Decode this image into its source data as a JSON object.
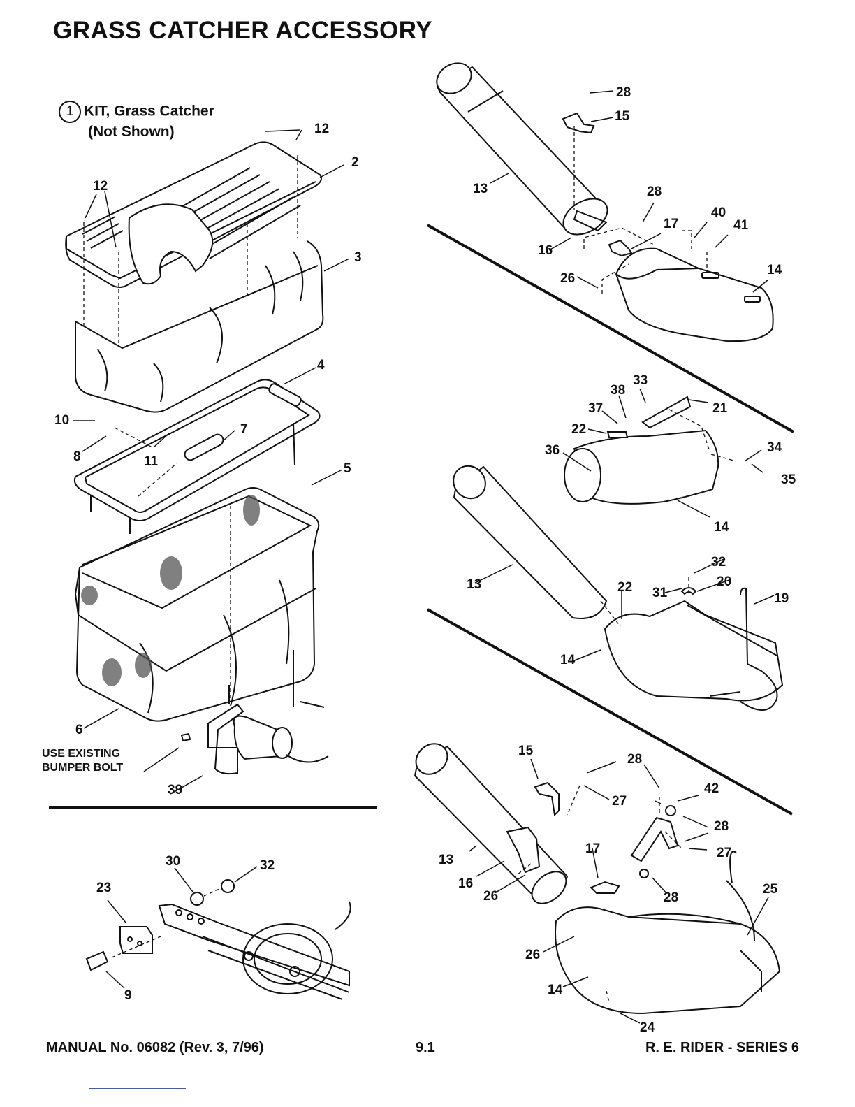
{
  "title": "GRASS CATCHER ACCESSORY",
  "kit": {
    "number": "1",
    "line1": "KIT, Grass Catcher",
    "line2": "(Not Shown)"
  },
  "note": {
    "line1": "USE EXISTING",
    "line2": "BUMPER BOLT"
  },
  "footer": {
    "manual": "MANUAL No. 06082 (Rev. 3, 7/96)",
    "page": "9.1",
    "series": "R. E. RIDER - SERIES 6"
  },
  "callouts": {
    "left": [
      "12",
      "12",
      "2",
      "3",
      "4",
      "10",
      "8",
      "11",
      "7",
      "5",
      "6",
      "39"
    ],
    "bottom_left": [
      "30",
      "32",
      "23",
      "9"
    ],
    "right_top": [
      "28",
      "15",
      "13",
      "28",
      "40",
      "41",
      "17",
      "16",
      "26",
      "14"
    ],
    "right_mid": [
      "33",
      "38",
      "37",
      "21",
      "22",
      "36",
      "34",
      "35",
      "14"
    ],
    "right_lower": [
      "32",
      "31",
      "20",
      "19",
      "13",
      "22",
      "14"
    ],
    "right_bottom": [
      "15",
      "28",
      "42",
      "27",
      "28",
      "27",
      "13",
      "17",
      "16",
      "26",
      "28",
      "25",
      "26",
      "14",
      "24"
    ]
  }
}
